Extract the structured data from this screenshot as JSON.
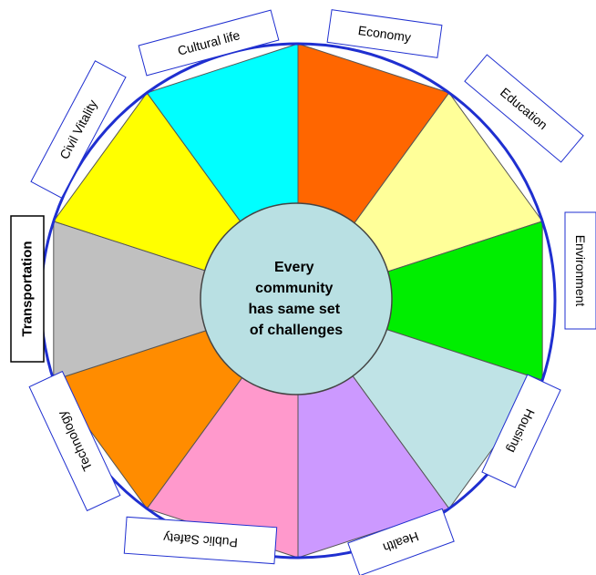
{
  "center": {
    "lines": [
      "Every",
      "community",
      "has same set",
      "of challenges"
    ],
    "fill": "#b9e0e3"
  },
  "outline_color": "#1f2fd0",
  "segments": [
    {
      "id": "cultural-life",
      "label": "Cultural life",
      "color": "#ff6600"
    },
    {
      "id": "economy",
      "label": "Economy",
      "color": "#ffff99"
    },
    {
      "id": "education",
      "label": "Education",
      "color": "#00ee00"
    },
    {
      "id": "environment",
      "label": "Environment",
      "color": "#bfe3e6"
    },
    {
      "id": "housing",
      "label": "Housing",
      "color": "#cc99ff"
    },
    {
      "id": "health",
      "label": "Health",
      "color": "#ff99cc"
    },
    {
      "id": "public-safety",
      "label": "Public Safety",
      "color": "#ff8c00"
    },
    {
      "id": "technology",
      "label": "Technology",
      "color": "#c0c0c0"
    },
    {
      "id": "transportation",
      "label": "Transportation",
      "color": "#ffff00",
      "bold": true
    },
    {
      "id": "civil-vitality",
      "label": "Civil Vitality",
      "color": "#00ffff"
    }
  ]
}
